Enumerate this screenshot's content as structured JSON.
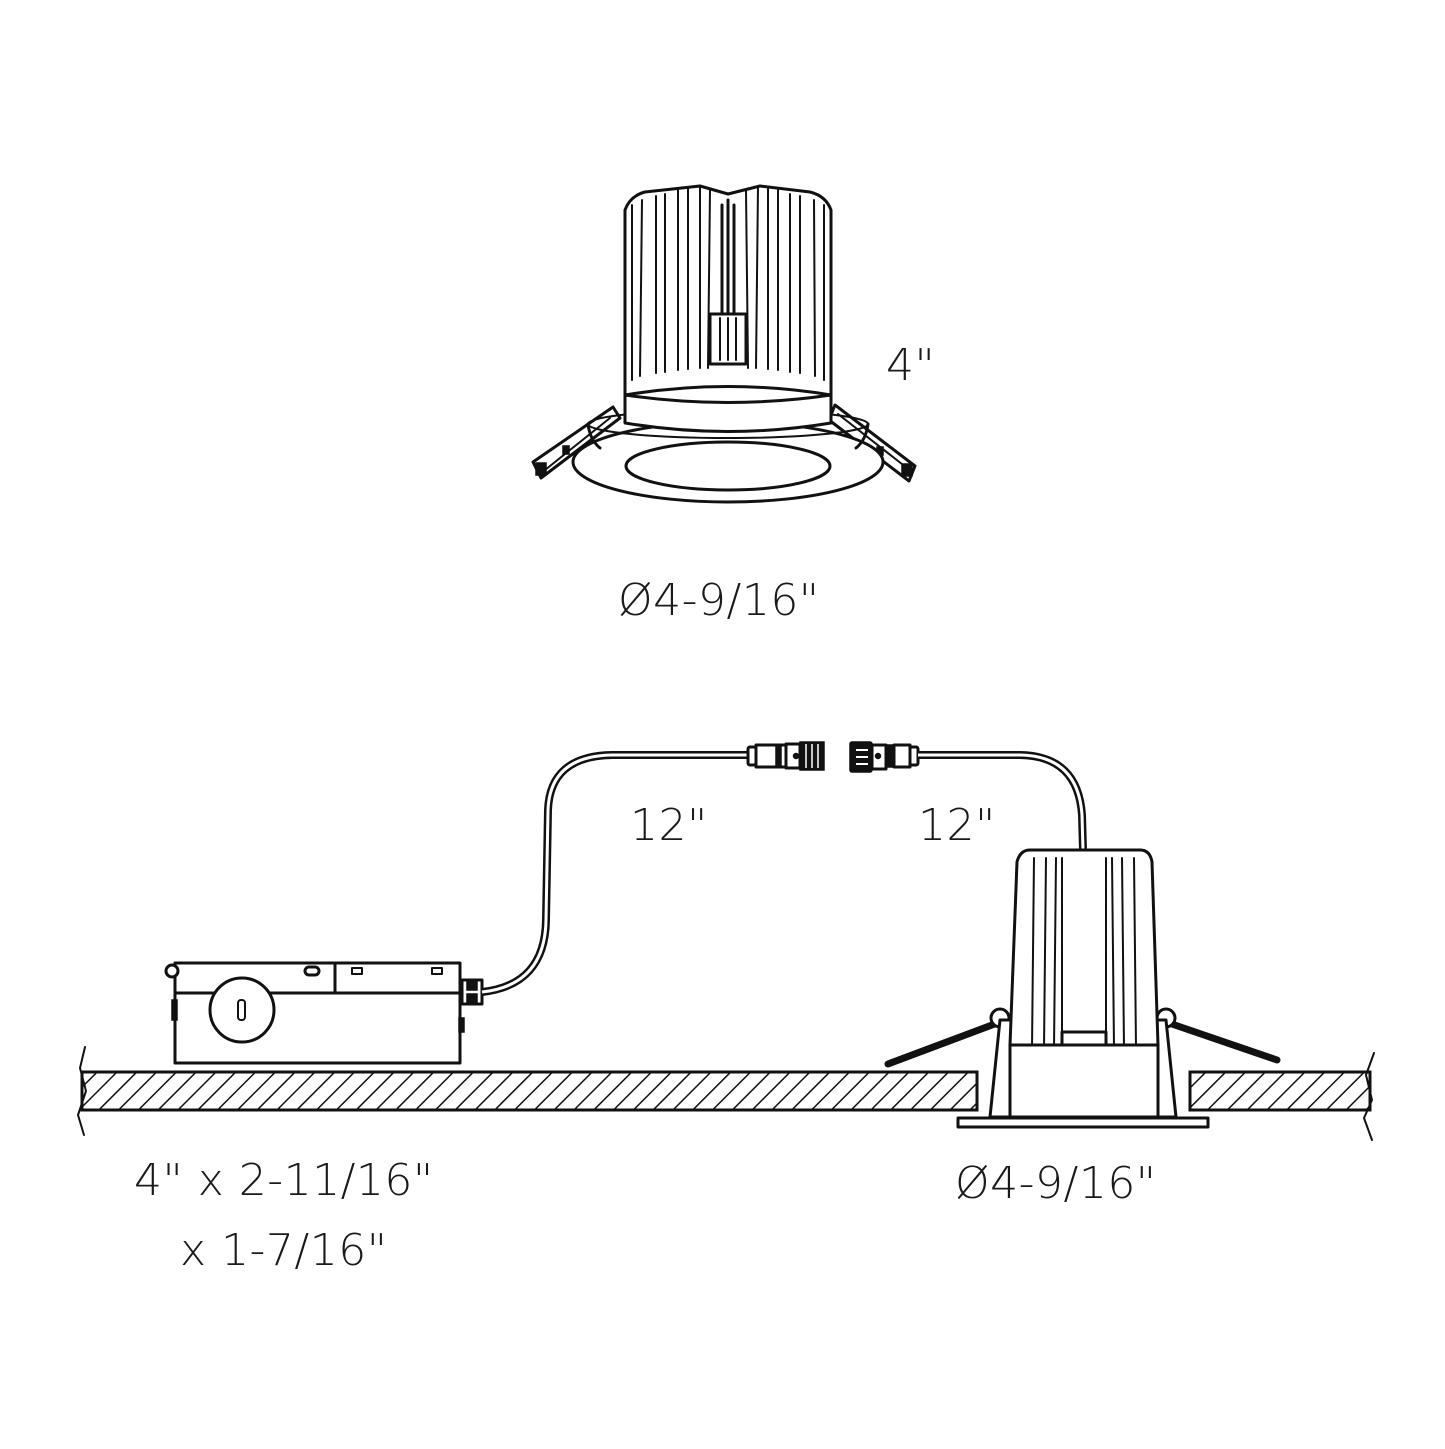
{
  "diagram": {
    "title": "Recessed LED downlight dimension drawing",
    "top_view": {
      "fixture_name": "downlight-module",
      "height_label": "4\"",
      "diameter_label": "Ø4-9/16\""
    },
    "install_view": {
      "junction_box": {
        "dimensions_line1": "4\" x 2-11/16\"",
        "dimensions_line2": "x 1-7/16\""
      },
      "driver_cable_length": "12\"",
      "fixture_cable_length": "12\"",
      "fixture_diameter_label": "Ø4-9/16\""
    },
    "colors": {
      "line": "#111111",
      "background": "#ffffff"
    }
  }
}
